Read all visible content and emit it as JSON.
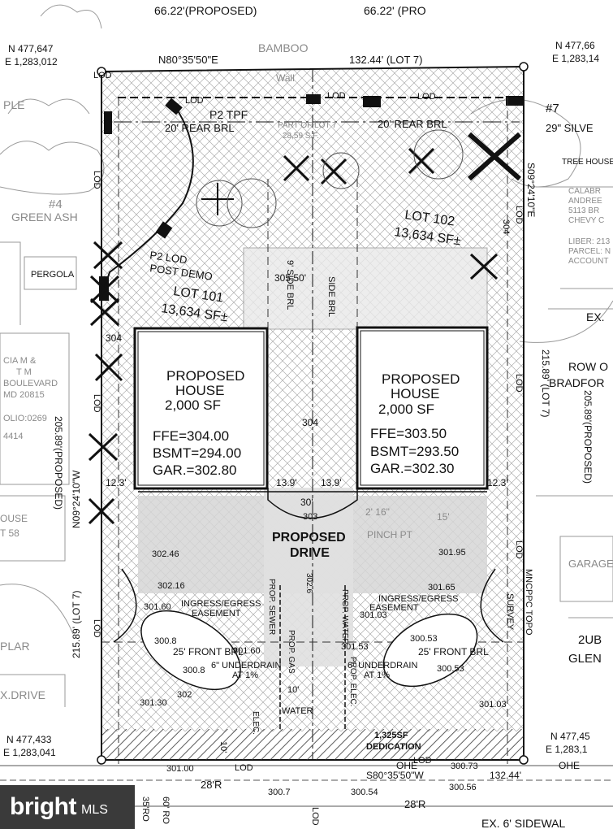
{
  "colors": {
    "ink": "#111111",
    "hatch": "#555555",
    "shade": "#d6d6d6",
    "background": "#ffffff",
    "watermark_bg": "#3a3a3a"
  },
  "top": {
    "dim_left": "66.22'(PROPOSED)",
    "dim_right": "66.22' (PRO",
    "bamboo": "BAMBOO",
    "wall": "Wall",
    "bearing": "N80°35'50\"E",
    "lot7_dim": "132.44' (LOT 7)"
  },
  "coords": {
    "nw_n": "N 477,647",
    "nw_e": "E 1,283,012",
    "ne_n": "N 477,66",
    "ne_e": "E 1,283,14",
    "sw_n": "N 477,433",
    "sw_e": "E 1,283,041",
    "se_n": "N 477,45",
    "se_e": "E 1,283,1"
  },
  "rear": {
    "tpf": "P2 TPF",
    "brl_left": "20' REAR BRL",
    "brl_right": "20' REAR BRL",
    "part_lot": "PART OF LOT 7",
    "part_area": "28,59 S.F."
  },
  "lots": {
    "lot101": "LOT 101",
    "lot101_area": "13,634 SF±",
    "lot102": "LOT 102",
    "lot102_area": "13,634 SF±"
  },
  "lod": {
    "post_demo_1": "P2 LOD",
    "post_demo_2": "POST DEMO",
    "tag": "LOD"
  },
  "setbacks": {
    "side_brl": "9' SIDE BRL",
    "side": "SIDE BRL",
    "center": "305.50'"
  },
  "left_labels": {
    "ple": "PLE",
    "tree4": "#4",
    "green_ash": "GREEN ASH",
    "pergola": "PERGOLA",
    "owner1": "CIA M &",
    "owner2": "T M",
    "owner3": "BOULEVARD",
    "owner4": "MD 20815",
    "folio": "OLIO:0269",
    "acct": "4414",
    "house": "OUSE",
    "lot58": "T 58",
    "plar": "PLAR",
    "xdrive": "X.DRIVE",
    "dim_proposed": "205.89'(PROPOSED)",
    "dim_lot7": "215.89' (LOT 7)",
    "bearing": "N09°24'10\"W",
    "elev304": "304"
  },
  "right_labels": {
    "tree7": "#7",
    "silver": "29\" SILVE",
    "tree_house": "TREE HOUSE",
    "owner1": "CALABR",
    "owner2": "ANDREE",
    "owner3": "5113 BR",
    "owner4": "CHEVY C",
    "liber": "LIBER: 213",
    "parcel": "PARCEL: N",
    "account": "ACCOUNT",
    "ex": "EX.",
    "row": "ROW O",
    "bradford": "BRADFOR",
    "dim_lot7": "215.89' (LOT 7)",
    "dim_proposed": "205.89'(PROPOSED)",
    "bearing": "S09°24'10\"E",
    "garage": "GARAGE",
    "lot2ub": "2UB",
    "glen": "GLEN",
    "elev": "304",
    "mncppc": "MNCPPC TOPO",
    "survey": "SURVEY"
  },
  "house_left": {
    "title1": "PROPOSED",
    "title2": "HOUSE",
    "area": "2,000 SF",
    "ffe": "FFE=304.00",
    "bsmt": "BSMT=294.00",
    "gar": "GAR.=302.80"
  },
  "house_right": {
    "title1": "PROPOSED",
    "title2": "HOUSE",
    "area": "2,000 SF",
    "ffe": "FFE=303.50",
    "bsmt": "BSMT=293.50",
    "gar": "GAR.=302.30"
  },
  "center": {
    "elev304": "304",
    "gap_l": "13.9'",
    "gap_r": "13.9'",
    "gap_30": "30'",
    "elev303": "303",
    "side_left": "12.3'",
    "side_right": "12.3'"
  },
  "drive": {
    "title1": "PROPOSED",
    "title2": "DRIVE",
    "pinch": "PINCH PT",
    "v1": "2' 16\"",
    "v2": "15'"
  },
  "spots": {
    "s30246": "302.46",
    "s30195": "301.95",
    "s30216": "302.16",
    "s30165": "301.65",
    "s30160": "301.60",
    "s30103": "301.03",
    "s3008": "300.8",
    "s30053": "300.53",
    "s3008b": "300.8",
    "s300531": "300.53",
    "s30160b": "301.60",
    "s30153": "301.53",
    "s30130": "301.30",
    "s30103b": "301.03",
    "s30100": "301.00",
    "s30073": "300.73",
    "s3007": "300.7",
    "s30054": "300.54",
    "s30056": "300.56",
    "s302": "302",
    "s3026": "302.6"
  },
  "easement": {
    "l1": "INGRESS/EGRESS",
    "l2": "EASEMENT",
    "r1": "INGRESS/EGRESS",
    "r2": "EASEMENT"
  },
  "front": {
    "brl_left": "25' FRONT BRL",
    "brl_right": "25' FRONT BRL",
    "under_l1": "6\" UNDERDRAIN",
    "under_l2": "AT 1%",
    "under_r1": "6\" UNDERDRAIN",
    "under_r2": "AT 1%"
  },
  "utilities": {
    "sewer": "PROP. SEWER",
    "gas": "PROP. GAS",
    "water": "PROP. WATER",
    "elec": "PROP. ELEC.",
    "water_short": "WATER",
    "elec_short": "ELEC.",
    "ten": "10'",
    "ten_b": "10'"
  },
  "dedication": {
    "area": "1,325SF",
    "label": "DEDICATION"
  },
  "bottom": {
    "bearing": "S80°35'50\"W",
    "dim": "132.44'",
    "ohe": "OHE",
    "ohe2": "OHE",
    "radius_l": "28'R",
    "radius_r": "28'R",
    "row_dim1": "35'RO",
    "row_dim2": "60' RO",
    "sidewalk": "EX. 6' SIDEWAL",
    "lod": "LOD"
  },
  "watermark": {
    "brand": "bright",
    "suffix": "MLS"
  }
}
